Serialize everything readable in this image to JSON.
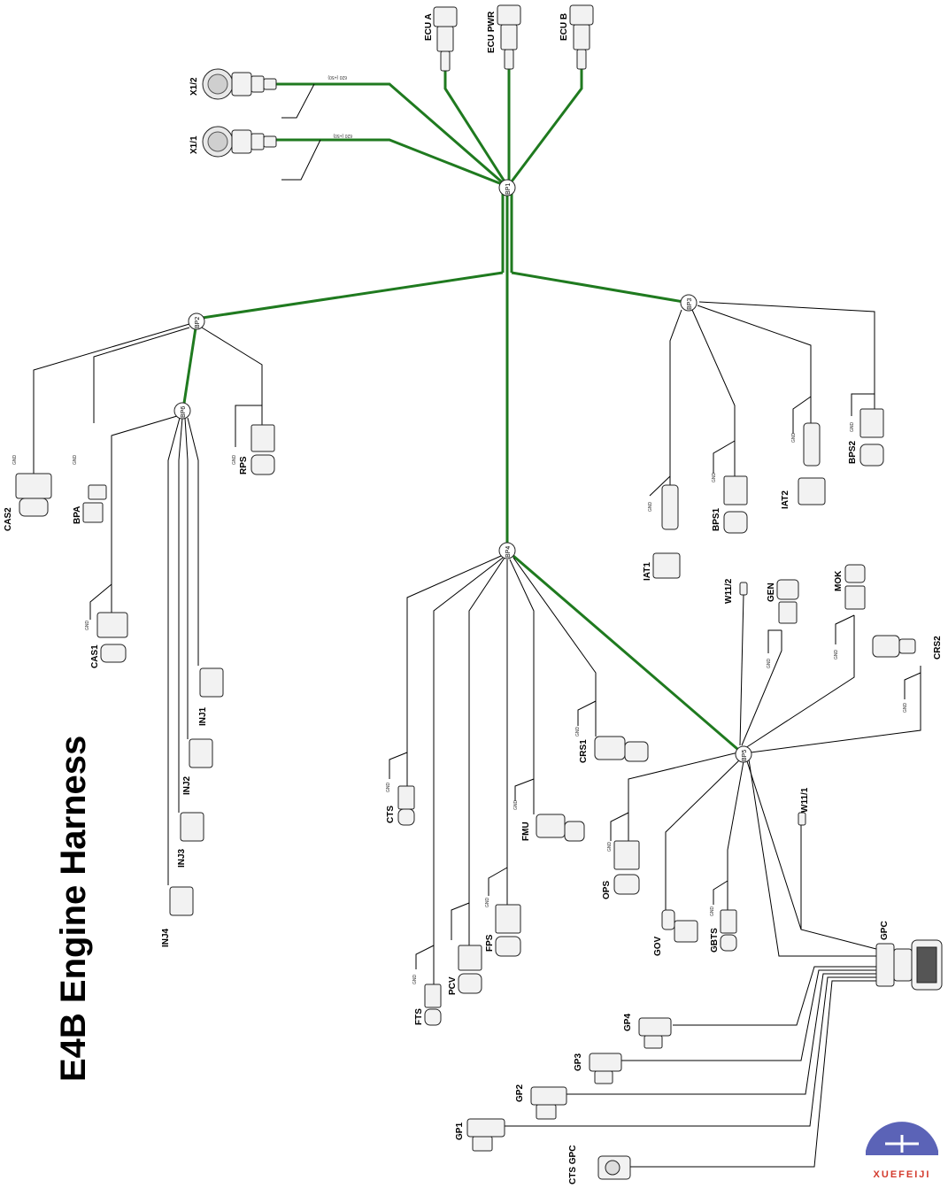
{
  "title": "E4B Engine Harness",
  "ecu_connectors": [
    "ECU A",
    "ECU PWR",
    "ECU B"
  ],
  "x_connectors": [
    {
      "label": "X1/2",
      "wire_tag": "620 (+50)"
    },
    {
      "label": "X1/1",
      "wire_tag": "620 (+50)"
    }
  ],
  "branch_points": [
    "BP1",
    "BP2",
    "BP3",
    "BP4",
    "BP5",
    "BP6"
  ],
  "sensors": {
    "cas2": "CAS2",
    "bpa": "BPA",
    "rps": "RPS",
    "cas1": "CAS1",
    "inj1": "INJ1",
    "inj2": "INJ2",
    "inj3": "INJ3",
    "inj4": "INJ4",
    "iat1": "IAT1",
    "bps1": "BPS1",
    "iat2": "IAT2",
    "bps2": "BPS2",
    "w11_2": "W11/2",
    "gen": "GEN",
    "mok": "MOK",
    "crs2": "CRS2",
    "crs1": "CRS1",
    "cts": "CTS",
    "fmu": "FMU",
    "ops": "OPS",
    "w11_1": "W11/1",
    "gov": "GOV",
    "gbts": "GBTS",
    "gpc": "GPC",
    "fps": "FPS",
    "pcv": "PCV",
    "fts": "FTS",
    "gp4": "GP4",
    "gp3": "GP3",
    "gp2": "GP2",
    "gp1": "GP1",
    "cts_gpc": "CTS GPC"
  },
  "gnd_label": "GND",
  "watermark": "XUEFEIJI",
  "colors": {
    "trunk": "#1f7a1f",
    "wire": "#000000",
    "logo_blue": "#5b63b7",
    "logo_red": "#d33a2c"
  }
}
